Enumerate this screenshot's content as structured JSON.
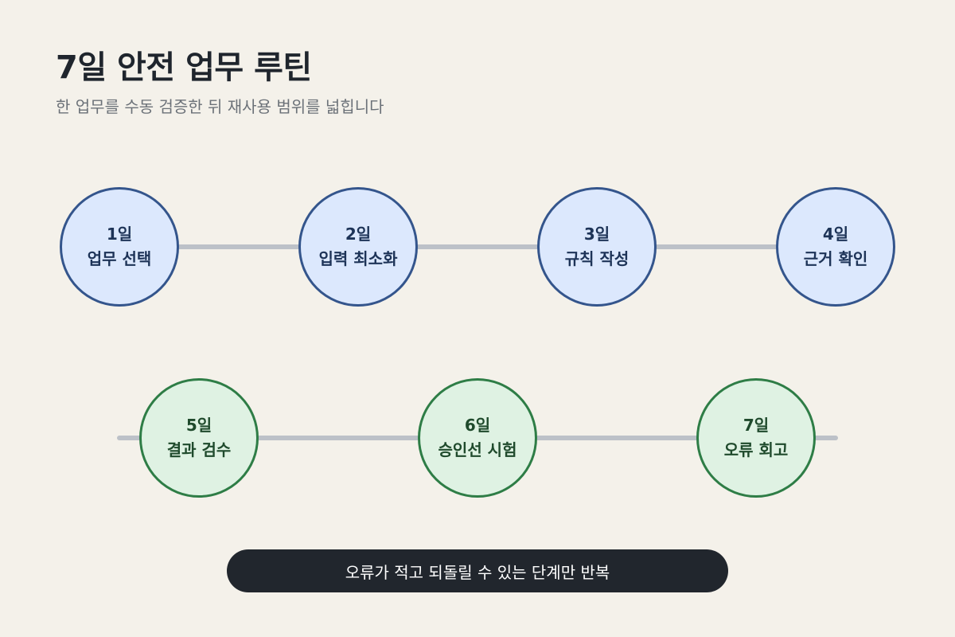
{
  "title": "7일 안전 업무 루틴",
  "subtitle": "한 업무를 수동 검증한 뒤 재사용 범위를 넓힙니다",
  "colors": {
    "background": "#f4f1ea",
    "blue_fill": "#dce8fd",
    "blue_border": "#34558c",
    "green_fill": "#dff2e3",
    "green_border": "#2e7d46",
    "connector": "#bcc1c8",
    "banner": "#21262d"
  },
  "rows": [
    {
      "steps": [
        {
          "day": "1일",
          "label": "업무 선택"
        },
        {
          "day": "2일",
          "label": "입력 최소화"
        },
        {
          "day": "3일",
          "label": "규칙 작성"
        },
        {
          "day": "4일",
          "label": "근거 확인"
        }
      ]
    },
    {
      "steps": [
        {
          "day": "5일",
          "label": "결과 검수"
        },
        {
          "day": "6일",
          "label": "승인선 시험"
        },
        {
          "day": "7일",
          "label": "오류 회고"
        }
      ]
    }
  ],
  "banner": "오류가 적고 되돌릴 수 있는 단계만 반복"
}
